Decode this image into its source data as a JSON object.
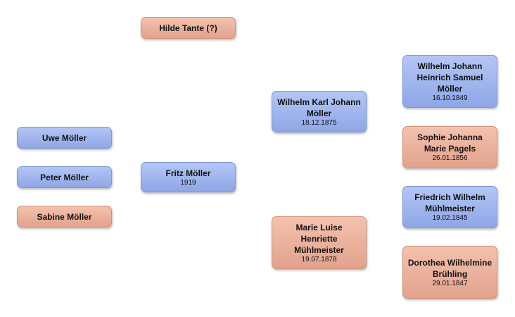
{
  "colors": {
    "male": "#9db3ee",
    "female": "#ebb29e"
  },
  "nodes": {
    "hilde": {
      "name": "Hilde Tante (?)",
      "date": ""
    },
    "uwe": {
      "name": "Uwe Möller",
      "date": ""
    },
    "peter": {
      "name": "Peter Möller",
      "date": ""
    },
    "sabine": {
      "name": "Sabine Möller",
      "date": ""
    },
    "fritz": {
      "name": "Fritz Möller",
      "date": "1919"
    },
    "wilhelm_karl": {
      "name": "Wilhelm Karl Johann Möller",
      "date": "18.12.1875"
    },
    "marie_luise": {
      "name": "Marie Luise Henriette Mühlmeister",
      "date": "19.07.1878"
    },
    "wilhelm_johann": {
      "name": "Wilhelm Johann Heinrich Samuel Möller",
      "date": "16.10.1849"
    },
    "sophie": {
      "name": "Sophie Johanna Marie Pagels",
      "date": "26.01.1856"
    },
    "friedrich": {
      "name": "Friedrich Wilhelm Mühlmeister",
      "date": "19.02.1845"
    },
    "dorothea": {
      "name": "Dorothea Wilhelmine Brühling",
      "date": "29.01.1847"
    }
  }
}
